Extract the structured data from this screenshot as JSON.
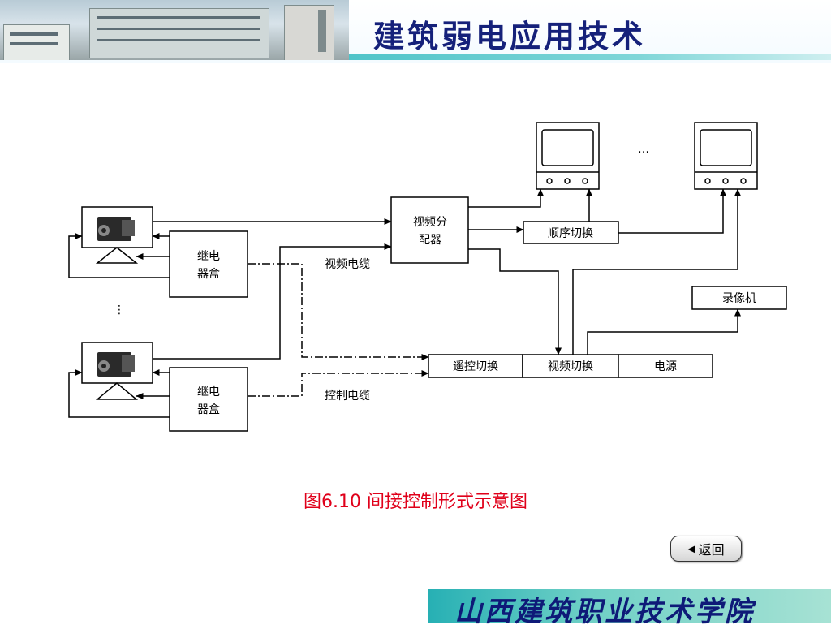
{
  "banner": {
    "title": "建筑弱电应用技术"
  },
  "diagram": {
    "relay_box": "继电\n器盒",
    "splitter": "视频分\n配器",
    "sequential_switch": "顺序切换",
    "vcr": "录像机",
    "remote_switch": "遥控切换",
    "video_switch": "视频切换",
    "power": "电源",
    "video_cable": "视频电缆",
    "control_cable": "控制电缆",
    "ellipsis_h": "…",
    "ellipsis_v": "⋮"
  },
  "caption": "图6.10  间接控制形式示意图",
  "nav": {
    "back_label": "返回"
  },
  "footer": {
    "org": "山西建筑职业技术学院"
  },
  "colors": {
    "caption": "#e0001a",
    "title": "#15217a",
    "accent": "#4fc4c9"
  }
}
